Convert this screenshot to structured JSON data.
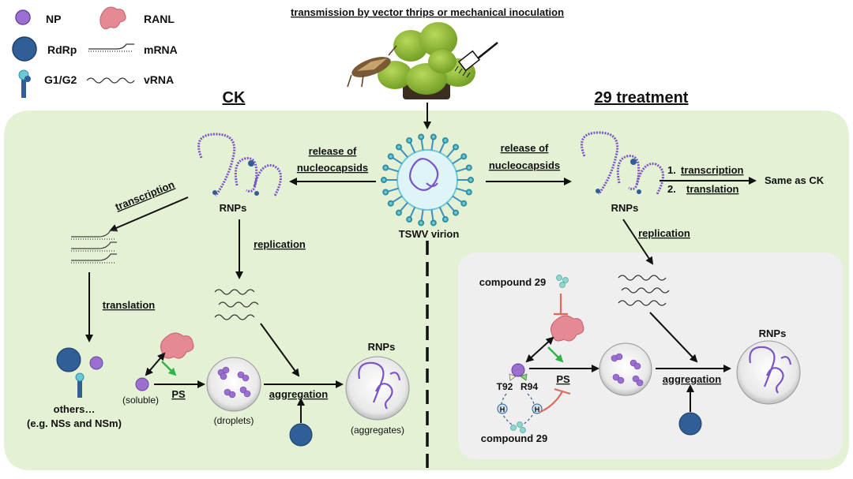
{
  "top_caption": "transmission by vector thrips or mechanical inoculation",
  "legend": {
    "np": "NP",
    "ranl": "RANL",
    "rdrp": "RdRp",
    "mrna": "mRNA",
    "g1g2": "G1/G2",
    "vrna": "vRNA"
  },
  "left_panel": {
    "title": "CK",
    "release_line1": "release of",
    "release_line2": "nucleocapsids",
    "rnps": "RNPs",
    "transcription": "transcription",
    "replication": "replication",
    "translation": "translation",
    "soluble": "(soluble)",
    "ps": "PS",
    "droplets": "(droplets)",
    "aggregation": "aggregation",
    "rnps_right": "RNPs",
    "aggregates": "(aggregates)",
    "others_line1": "others…",
    "others_line2": "(e.g. NSs and NSm)"
  },
  "center": {
    "virion": "TSWV virion"
  },
  "right_panel": {
    "title": "29 treatment",
    "release_line1": "release of",
    "release_line2": "nucleocapsids",
    "rnps": "RNPs",
    "step1": "1.",
    "step1_label": "transcription",
    "step2": "2.",
    "step2_label": "translation",
    "same_as": "Same as CK",
    "replication": "replication",
    "compound_top": "compound 29",
    "t92": "T92",
    "r94": "R94",
    "h": "H",
    "ps": "PS",
    "aggregation": "aggregation",
    "rnps_final": "RNPs",
    "compound_bottom": "compound 29"
  },
  "colors": {
    "bg_green": "#e4f1d4",
    "inner_box": "#efefef",
    "np_purple": "#9b6fcf",
    "rdrp_blue": "#2f5f96",
    "ranl_pink": "#e07a86",
    "arrow_green": "#2fb34a",
    "inhibit_red": "#e06a5a",
    "compound_teal": "#8fd6cf"
  }
}
